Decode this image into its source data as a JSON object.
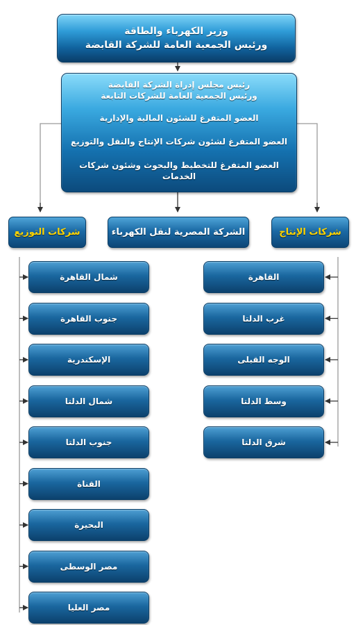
{
  "top": {
    "line1": "وزير الكهرباء والطاقة",
    "line2": "ورئيس الجمعية العامة للشركة القابضة"
  },
  "board": {
    "line1": "رئيس مجلس إدراة الشركة القابضة",
    "line2": "ورئيس الجمعية العامة للشركات التابعة",
    "line3": "العضو المتفرغ للشئون المالية والإدارية",
    "line4": "العضو المتفرغ لشئون شركات الإنتاج والنقل والتوزيع",
    "line5": "العضو المتفرغ للتخطيط والبحوث وشئون شركات الخدمات"
  },
  "categories": {
    "distribution": "شركات التوزيع",
    "transmission": "الشركة المصرية لنقل الكهرباء",
    "production": "شركات الإنتاج"
  },
  "distribution_companies": [
    "شمال القاهرة",
    "جنوب القاهرة",
    "الإسكندرية",
    "شمال الدلتا",
    "جنوب الدلتا",
    "القناة",
    "البحيرة",
    "مصر الوسطى",
    "مصر العليا"
  ],
  "production_companies": [
    "القاهرة",
    "غرب الدلتا",
    "الوجه القبلى",
    "وسط الدلتا",
    "شرق الدلتا"
  ],
  "colors": {
    "box_blue": "#1572b0",
    "highlight_yellow": "#ffd400",
    "line_gray": "#9a9a9a"
  }
}
